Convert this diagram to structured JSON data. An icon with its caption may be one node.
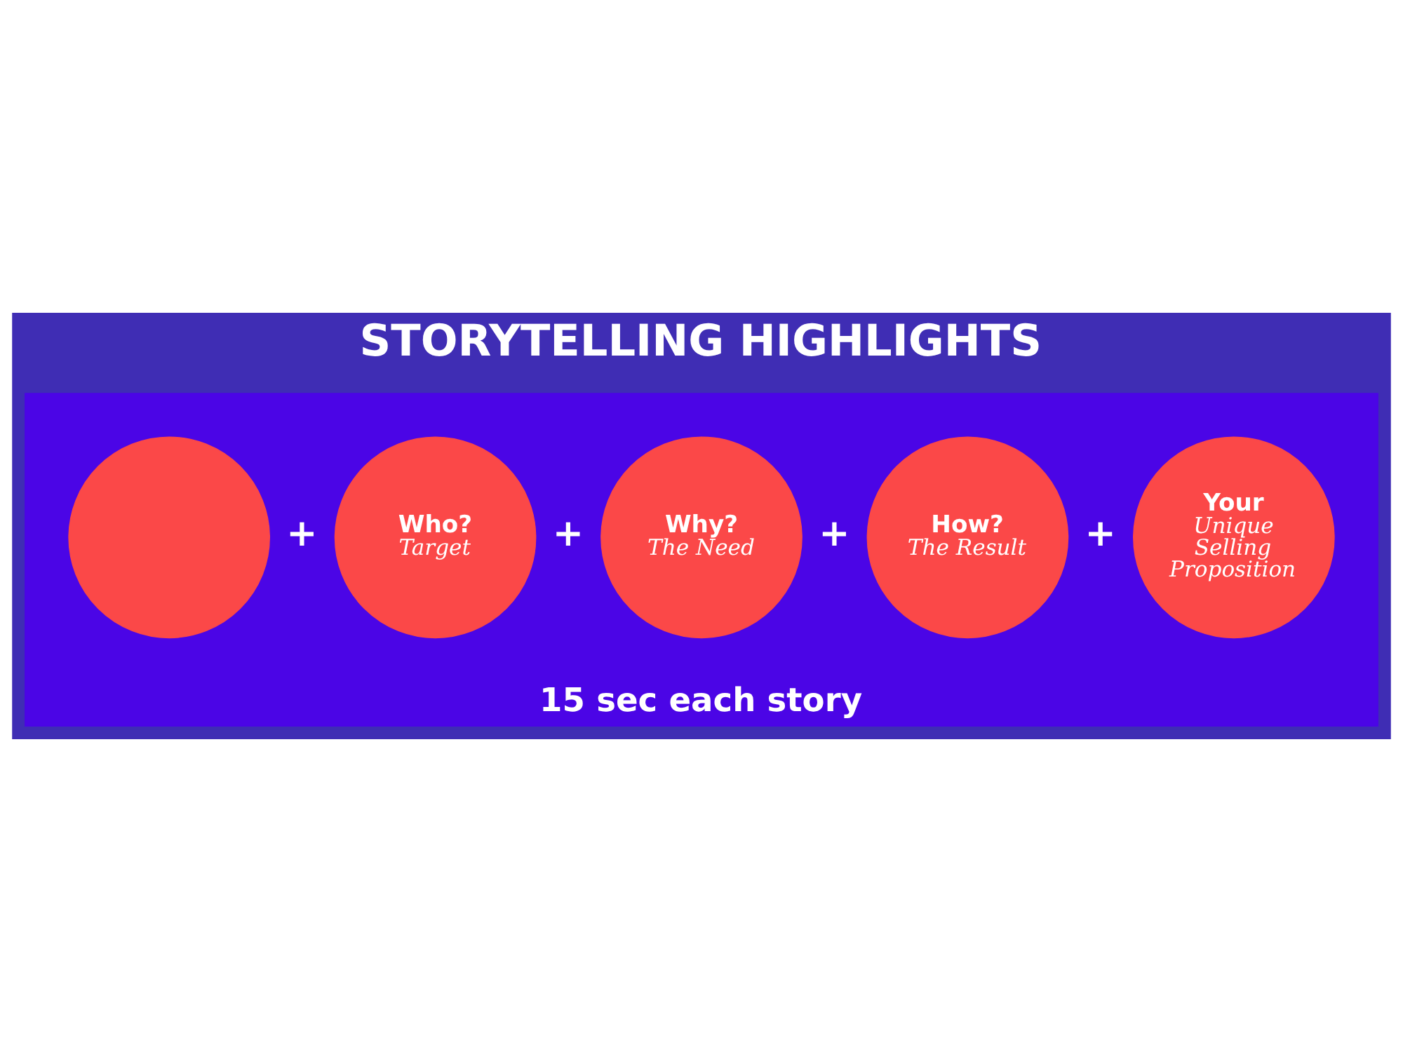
{
  "diagram": {
    "title": "STORYTELLING HIGHLIGHTS",
    "nodes": [
      {
        "text": [
          "15 sec each story"
        ]
      },
      {
        "text": [],
        "shape": "circle",
        "in": 0
      },
      {
        "text": [
          "Who?",
          "Target"
        ],
        "in": 0
      },
      {
        "text": [
          "Why?",
          "The Need"
        ],
        "in": 0
      },
      {
        "text": [
          "How?",
          "The Result"
        ],
        "in": 0
      },
      {
        "text": [
          "Your",
          "Unique Selling Proposition"
        ],
        "in": 0
      }
    ],
    "labels": [
      "+",
      "+",
      "+",
      "+"
    ]
  }
}
